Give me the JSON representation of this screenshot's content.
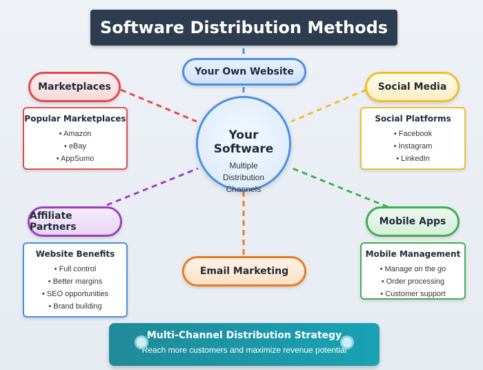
{
  "title": "Software Distribution Methods",
  "center": {
    "title": "Your Software",
    "subtitle": "Multiple Distribution Channels"
  },
  "nodes": {
    "website": "Your Own Website",
    "marketplaces": "Marketplaces",
    "social": "Social Media",
    "affiliate": "Affiliate Partners",
    "mobile": "Mobile Apps",
    "email": "Email Marketing"
  },
  "cards": {
    "marketplaces": {
      "title": "Popular Marketplaces",
      "items": [
        "Amazon",
        "eBay",
        "AppSumo"
      ]
    },
    "social": {
      "title": "Social Platforms",
      "items": [
        "Facebook",
        "Instagram",
        "LinkedIn"
      ]
    },
    "website_benefits": {
      "title": "Website Benefits",
      "items": [
        "Full control",
        "Better margins",
        "SEO opportunities",
        "Brand building"
      ]
    },
    "mobile": {
      "title": "Mobile Management",
      "items": [
        "Manage on the go",
        "Order processing",
        "Customer support"
      ]
    }
  },
  "banner": {
    "title": "Multi-Channel Distribution Strategy",
    "subtitle": "Reach more customers and maximize revenue potential"
  },
  "colors": {
    "website": "#4a8fe0",
    "marketplaces": "#e04b4b",
    "social": "#efbf2a",
    "affiliate": "#9b3fbf",
    "mobile": "#3fae4f",
    "email": "#ec7a1f"
  }
}
